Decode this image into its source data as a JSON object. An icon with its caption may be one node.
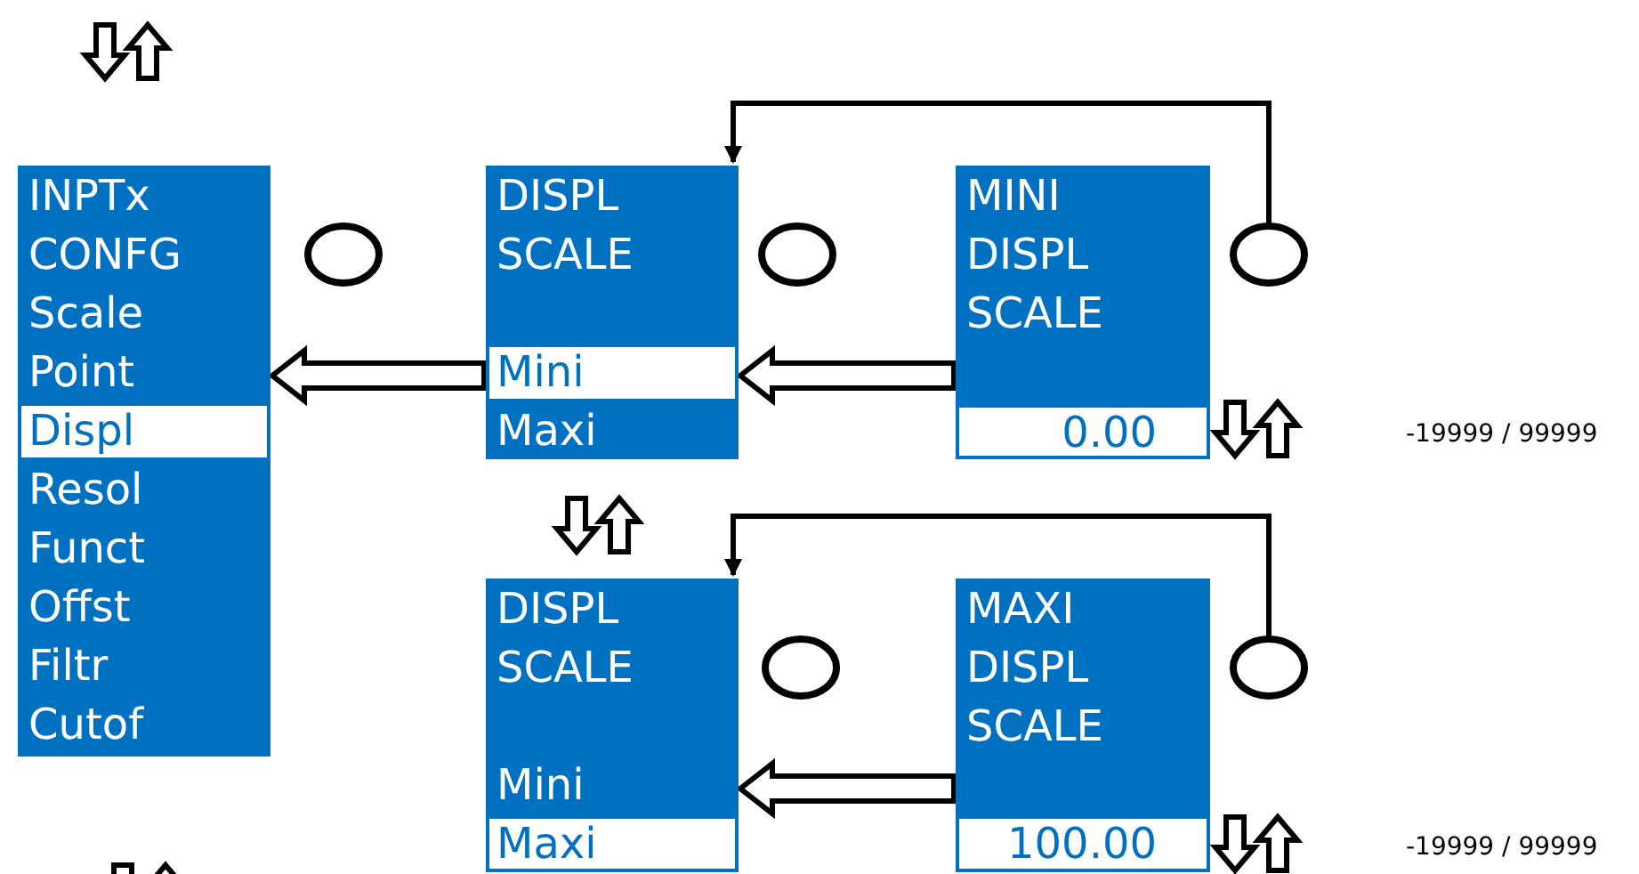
{
  "diagram": {
    "nodes": [
      {
        "text": [
          "INPTx",
          "CONFG",
          "Scale",
          "Point",
          "Resol",
          "Funct",
          "Offst",
          "Filtr",
          "Cutof"
        ]
      },
      {
        "text": [
          "Displ"
        ],
        "in": 0
      },
      {
        "text": [],
        "shape": "circle"
      },
      {
        "text": [
          "DISPL SCALE",
          "Maxi"
        ]
      },
      {
        "text": [
          "Mini"
        ],
        "in": 3
      },
      {
        "text": [],
        "shape": "circle"
      },
      {
        "text": [
          "MINI DISPL SCALE"
        ]
      },
      {
        "text": [
          "0.00"
        ],
        "in": 6
      },
      {
        "text": [],
        "shape": "circle"
      },
      {
        "text": [
          "DISPL SCALE",
          "Mini"
        ]
      },
      {
        "text": [
          "Maxi"
        ],
        "in": 9
      },
      {
        "text": [],
        "shape": "circle"
      },
      {
        "text": [
          "MAXI DISPL SCALE"
        ]
      },
      {
        "text": [
          "100.00"
        ],
        "in": 12
      },
      {
        "text": [],
        "shape": "circle"
      }
    ],
    "edges": [
      {
        "from": 3,
        "to": 0,
        "arrow": "to"
      },
      {
        "from": 6,
        "to": 3,
        "arrow": "to"
      },
      {
        "from": 8,
        "to": 3,
        "arrow": "to"
      },
      {
        "from": 12,
        "to": 9,
        "arrow": "to"
      },
      {
        "from": 14,
        "to": 9,
        "arrow": "to"
      }
    ],
    "labels": [
      "-19999 / 99999",
      "-19999 / 99999"
    ]
  }
}
